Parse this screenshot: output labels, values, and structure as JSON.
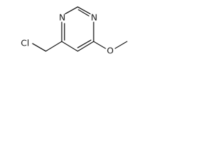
{
  "molecule": {
    "atoms": {
      "ring_nitrogen_left": "N",
      "ring_nitrogen_right": "N",
      "chlorine": "Cl",
      "oxygen": "O"
    },
    "bond_color": "#1a1a1a",
    "background": "#ffffff"
  }
}
